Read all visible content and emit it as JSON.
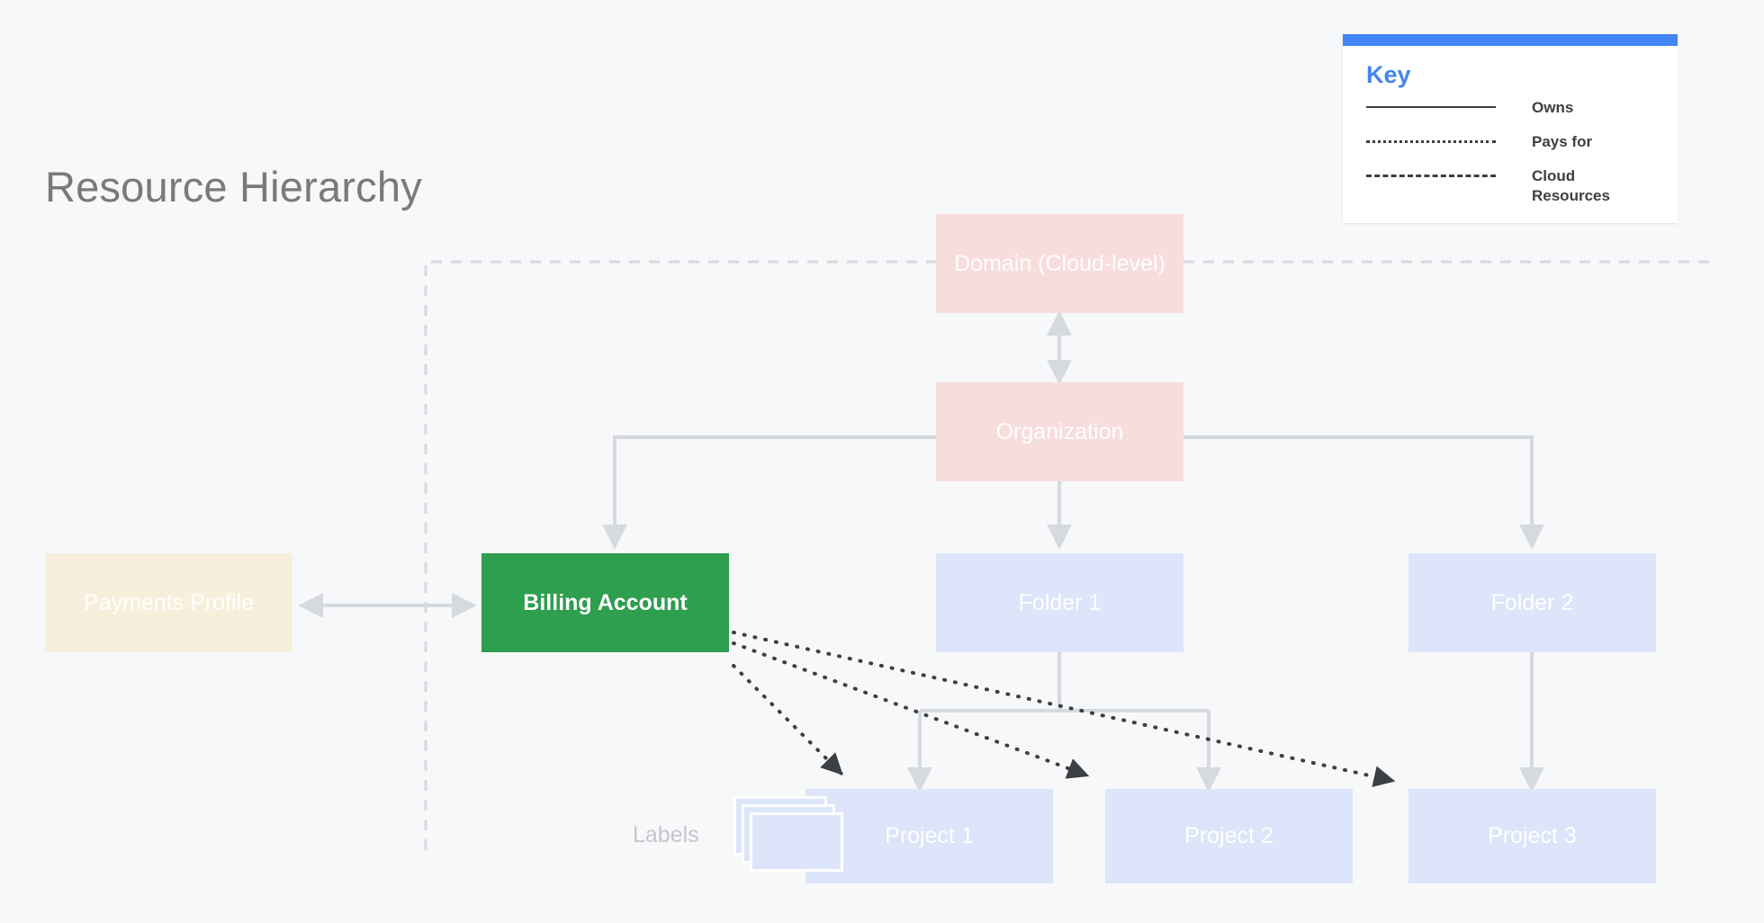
{
  "title": "Resource Hierarchy",
  "background_color": "#F7F8FA",
  "key": {
    "heading": "Key",
    "accent_color": "#4285F4",
    "entries": [
      {
        "style": "solid",
        "label": "Owns"
      },
      {
        "style": "dotted",
        "label": "Pays for"
      },
      {
        "style": "dashed",
        "label": "Cloud Resources"
      }
    ]
  },
  "nodes": {
    "domain": {
      "label": "Domain (Cloud-level)",
      "color": "#F8DDDD"
    },
    "organization": {
      "label": "Organization",
      "color": "#F8DDDD"
    },
    "payments_profile": {
      "label": "Payments Profile",
      "color": "#F7EFDC"
    },
    "billing_account": {
      "label": "Billing Account",
      "color": "#2E9E4F"
    },
    "folder_1": {
      "label": "Folder 1",
      "color": "#DCE5F9"
    },
    "folder_2": {
      "label": "Folder 2",
      "color": "#DCE5F9"
    },
    "project_1": {
      "label": "Project 1",
      "color": "#DCE5F9"
    },
    "project_2": {
      "label": "Project 2",
      "color": "#DCE5F9"
    },
    "project_3": {
      "label": "Project 3",
      "color": "#DCE5F9"
    },
    "labels": {
      "label": "Labels",
      "color": "#DCE5F9"
    }
  },
  "connectors": {
    "owns_color": "#d6d9dd",
    "pays_for_color": "#3c4043",
    "cloud_resources_boundary_color": "#d6d9dd",
    "edges": [
      {
        "from": "domain",
        "to": "organization",
        "type": "owns",
        "bidirectional": true
      },
      {
        "from": "organization",
        "to": "billing_account",
        "type": "owns",
        "bidirectional": false
      },
      {
        "from": "organization",
        "to": "folder_1",
        "type": "owns",
        "bidirectional": false
      },
      {
        "from": "organization",
        "to": "folder_2",
        "type": "owns",
        "bidirectional": false
      },
      {
        "from": "payments_profile",
        "to": "billing_account",
        "type": "owns",
        "bidirectional": true
      },
      {
        "from": "folder_1",
        "to": "project_1",
        "type": "owns",
        "bidirectional": false
      },
      {
        "from": "folder_1",
        "to": "project_2",
        "type": "owns",
        "bidirectional": false
      },
      {
        "from": "folder_2",
        "to": "project_3",
        "type": "owns",
        "bidirectional": false
      },
      {
        "from": "billing_account",
        "to": "project_1",
        "type": "pays_for",
        "bidirectional": false
      },
      {
        "from": "billing_account",
        "to": "project_2",
        "type": "pays_for",
        "bidirectional": false
      },
      {
        "from": "billing_account",
        "to": "project_3",
        "type": "pays_for",
        "bidirectional": false
      }
    ]
  }
}
